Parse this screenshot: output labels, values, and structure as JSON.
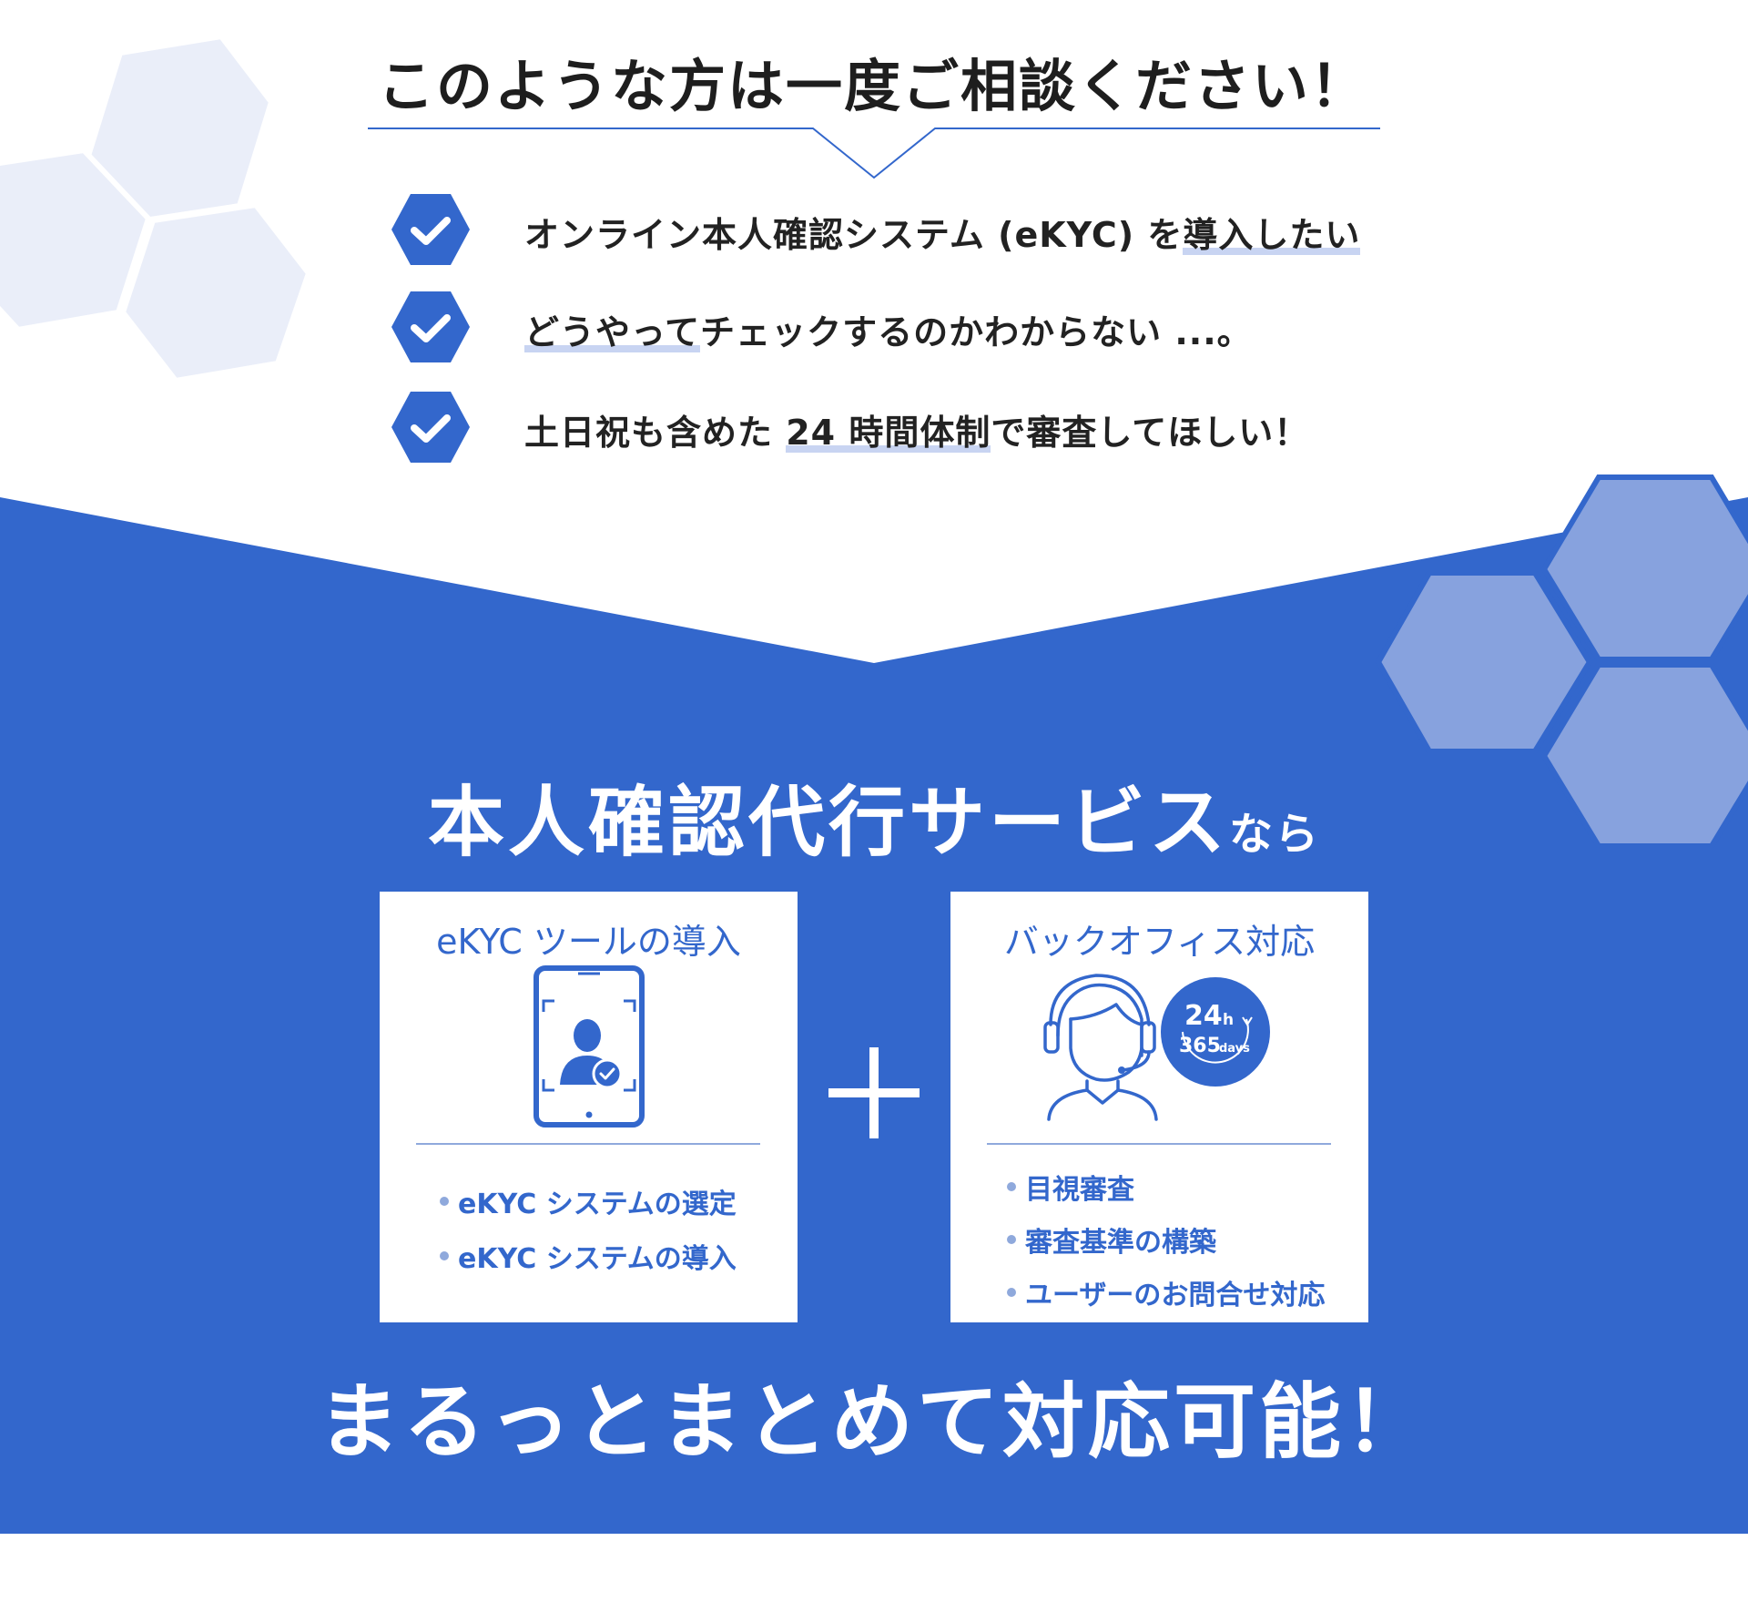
{
  "colors": {
    "brand_blue": "#3367cc",
    "hex_light": "#eaeef9",
    "hex_on_blue": "#87a2de",
    "divider": "#8fa9dc",
    "text_dark": "#222222",
    "white": "#ffffff"
  },
  "header": {
    "heading": "このような方は一度ご相談ください！"
  },
  "checklist": {
    "icon": "checkmark-hexagon-icon",
    "items": [
      {
        "before": "オンライン本人確認システム (eKYC) を",
        "highlight": "導入したい",
        "after": ""
      },
      {
        "before": "",
        "highlight": "どうやって",
        "after": "チェックするのかわからない ...。"
      },
      {
        "before": "土日祝も含めた ",
        "highlight": "24 時間体制",
        "after": "で審査してほしい！"
      }
    ]
  },
  "service": {
    "title_main": "本人確認代行サービス",
    "title_suffix": "なら"
  },
  "cards": [
    {
      "title": "eKYC ツールの導入",
      "illustration": "tablet-face-verification-icon",
      "items": [
        "eKYC システムの選定",
        "eKYC システムの導入"
      ]
    },
    {
      "title": "バックオフィス対応",
      "illustration": "operator-headset-icon",
      "badge": {
        "hours": "24",
        "hours_unit": "h",
        "days": "365",
        "days_unit": "days"
      },
      "items": [
        "目視審査",
        "審査基準の構築",
        "ユーザーのお問合せ対応"
      ]
    }
  ],
  "plus_icon": "plus-icon",
  "closing": {
    "text": "まるっとまとめて対応可能！"
  }
}
